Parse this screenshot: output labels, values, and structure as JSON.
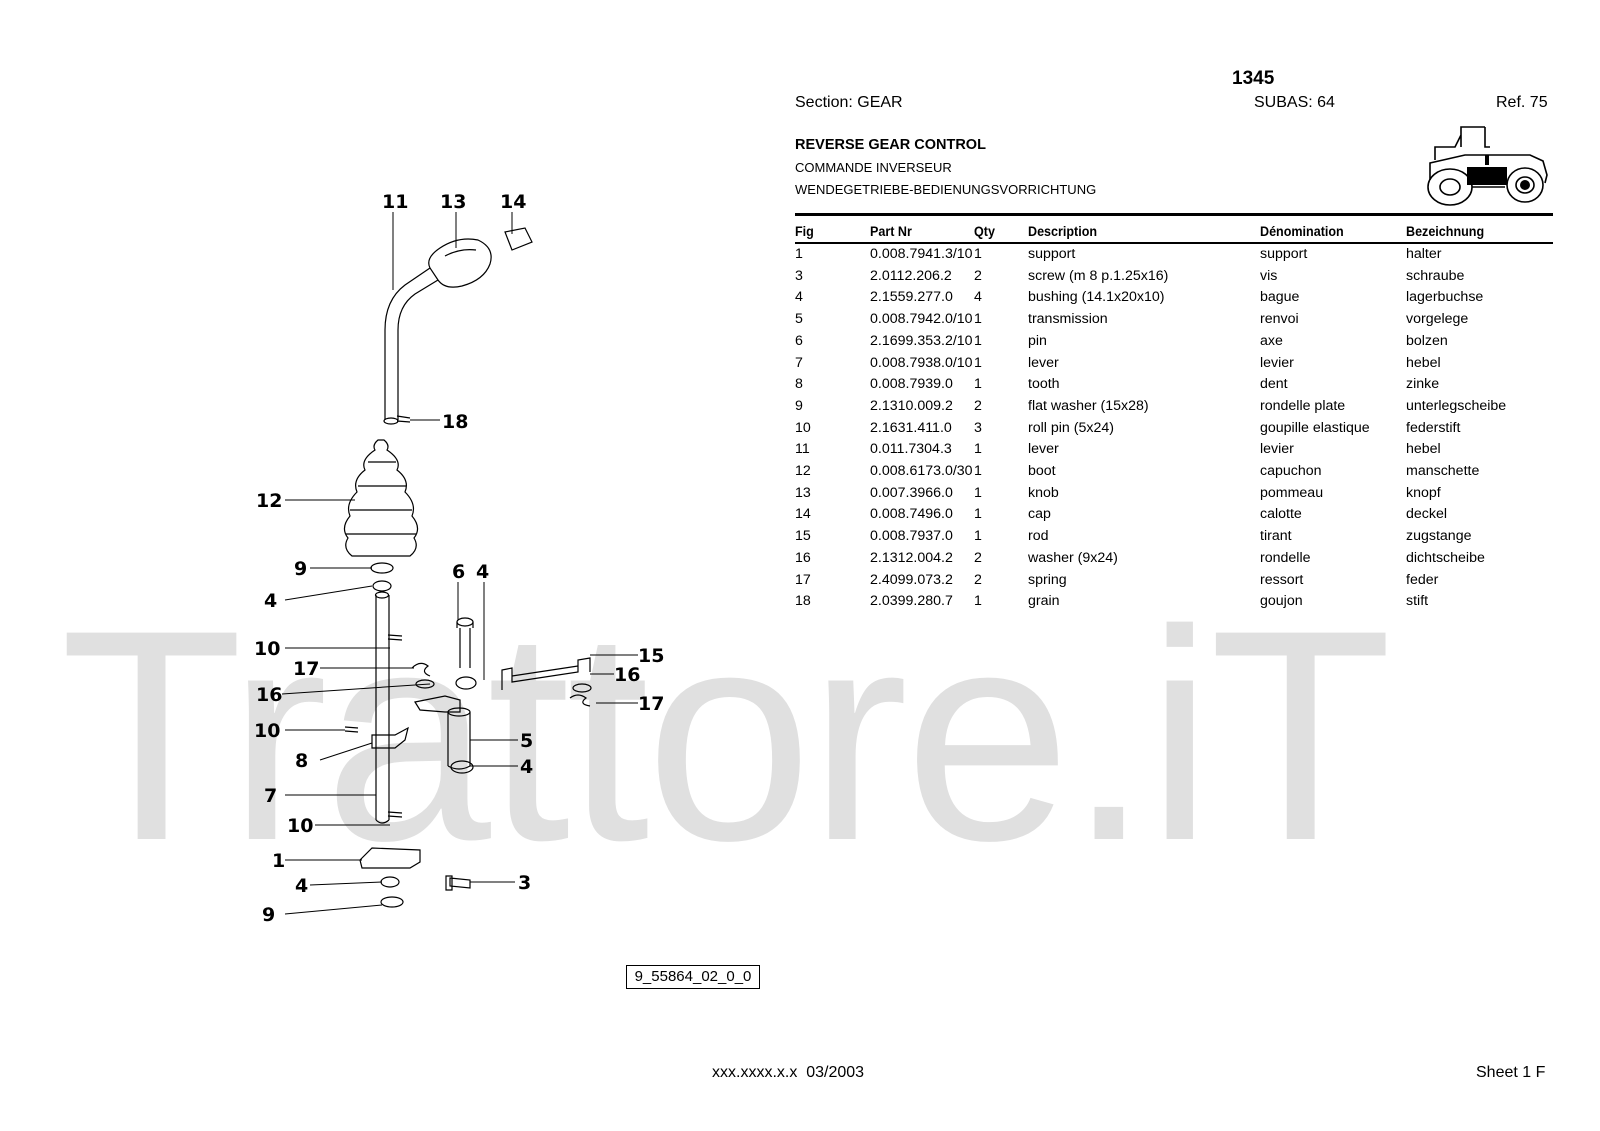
{
  "header": {
    "model": "1345",
    "section": "Section: GEAR",
    "subas": "SUBAS: 64",
    "ref": "Ref. 75",
    "title_en": "REVERSE GEAR CONTROL",
    "title_fr": "COMMANDE INVERSEUR",
    "title_de": "WENDEGETRIEBE-BEDIENUNGSVORRICHTUNG"
  },
  "table": {
    "columns": [
      "Fig",
      "Part Nr",
      "Qty",
      "Description",
      "Dénomination",
      "Bezeichnung"
    ],
    "rows": [
      [
        "1",
        "0.008.7941.3/10",
        "1",
        "support",
        "support",
        "halter"
      ],
      [
        "3",
        "2.0112.206.2",
        "2",
        "screw (m 8 p.1.25x16)",
        "vis",
        "schraube"
      ],
      [
        "4",
        "2.1559.277.0",
        "4",
        "bushing (14.1x20x10)",
        "bague",
        "lagerbuchse"
      ],
      [
        "5",
        "0.008.7942.0/10",
        "1",
        "transmission",
        "renvoi",
        "vorgelege"
      ],
      [
        "6",
        "2.1699.353.2/10",
        "1",
        "pin",
        "axe",
        "bolzen"
      ],
      [
        "7",
        "0.008.7938.0/10",
        "1",
        "lever",
        "levier",
        "hebel"
      ],
      [
        "8",
        "0.008.7939.0",
        "1",
        "tooth",
        "dent",
        "zinke"
      ],
      [
        "9",
        "2.1310.009.2",
        "2",
        "flat washer (15x28)",
        "rondelle plate",
        "unterlegscheibe"
      ],
      [
        "10",
        "2.1631.411.0",
        "3",
        "roll pin (5x24)",
        "goupille elastique",
        "federstift"
      ],
      [
        "11",
        "0.011.7304.3",
        "1",
        "lever",
        "levier",
        "hebel"
      ],
      [
        "12",
        "0.008.6173.0/30",
        "1",
        "boot",
        "capuchon",
        "manschette"
      ],
      [
        "13",
        "0.007.3966.0",
        "1",
        "knob",
        "pommeau",
        "knopf"
      ],
      [
        "14",
        "0.008.7496.0",
        "1",
        "cap",
        "calotte",
        "deckel"
      ],
      [
        "15",
        "0.008.7937.0",
        "1",
        "rod",
        "tirant",
        "zugstange"
      ],
      [
        "16",
        "2.1312.004.2",
        "2",
        "washer (9x24)",
        "rondelle",
        "dichtscheibe"
      ],
      [
        "17",
        "2.4099.073.2",
        "2",
        "spring",
        "ressort",
        "feder"
      ],
      [
        "18",
        "2.0399.280.7",
        "1",
        "grain",
        "goujon",
        "stift"
      ]
    ]
  },
  "diagram": {
    "labels": [
      "11",
      "13",
      "14",
      "18",
      "12",
      "9",
      "4",
      "6",
      "4",
      "10",
      "17",
      "15",
      "16",
      "16",
      "17",
      "10",
      "5",
      "8",
      "4",
      "7",
      "10",
      "1",
      "3",
      "4",
      "9"
    ],
    "figure_id": "9_55864_02_0_0"
  },
  "watermark": "Trattore.iT",
  "footer": {
    "code": "xxx.xxxx.x.x  03/2003",
    "sheet": "Sheet 1 F"
  }
}
